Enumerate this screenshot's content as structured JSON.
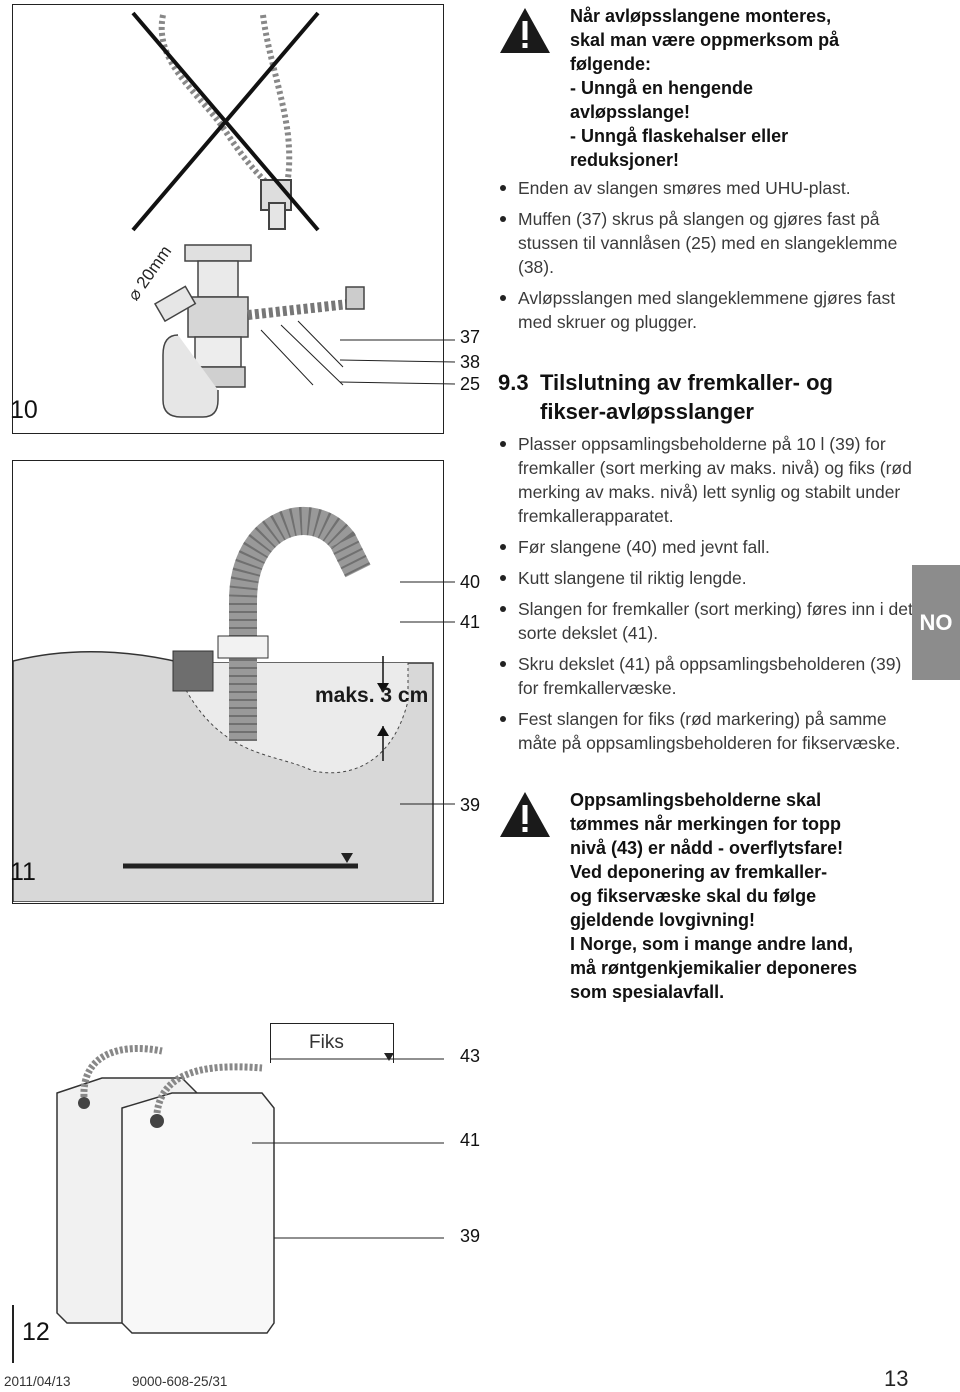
{
  "figures": {
    "fig10": {
      "number": "10",
      "diameter_label": "⌀ 20mm",
      "callouts": [
        "37",
        "38",
        "25"
      ]
    },
    "fig11": {
      "number": "11",
      "level_label": "maks. 3 cm",
      "callouts": [
        "40",
        "41",
        "39"
      ]
    },
    "fig12": {
      "number": "12",
      "fiks_label": "Fiks",
      "callouts": [
        "43",
        "41",
        "39"
      ]
    }
  },
  "warning1": {
    "icon": "warning-triangle-icon",
    "lines": [
      "Når avløpsslangene monteres,",
      "skal man være oppmerksom på",
      "følgende:",
      "- Unngå en hengende",
      "avløpsslange!",
      "- Unngå flaskehalser eller",
      "reduksjoner!"
    ]
  },
  "bullets1": [
    "Enden av slangen smøres med UHU-plast.",
    "Muffen (37) skrus på slangen og gjøres fast på stussen til vannlåsen (25) med en slangeklemme (38).",
    "Avløpsslangen med slangeklemmene gjøres fast med skruer og plugger."
  ],
  "section": {
    "number": "9.3",
    "title_line1": "Tilslutning av fremkaller- og",
    "title_line2": "fikser-avløpsslanger"
  },
  "bullets2": [
    "Plasser oppsamlingsbeholderne på 10 l (39) for fremkaller (sort merking av maks. nivå) og fiks (rød merking av maks. nivå) lett synlig og stabilt under fremkallerapparatet.",
    "Før slangene (40) med jevnt fall.",
    "Kutt slangene til riktig lengde.",
    "Slangen for fremkaller (sort merking) føres inn i det sorte dekslet (41).",
    "Skru dekslet (41) på oppsamlingsbeholderen (39) for fremkallervæske.",
    "Fest slangen for fiks (rød markering) på samme måte på oppsamlingsbeholderen for fikservæske."
  ],
  "warning2": {
    "icon": "warning-triangle-icon",
    "lines": [
      "Oppsamlingsbeholderne skal",
      "tømmes når merkingen for topp",
      "nivå (43) er nådd - overflytsfare!",
      "Ved deponering av fremkaller-",
      "og fikservæske skal du følge",
      "gjeldende lovgivning!",
      "I Norge, som i mange andre land,",
      "må røntgenkjemikalier deponeres",
      "som spesialavfall."
    ]
  },
  "lang_tab": "NO",
  "footer": {
    "date": "2011/04/13",
    "doc_id": "9000-608-25/31",
    "page": "13"
  },
  "colors": {
    "tab_bg": "#8c8c8c",
    "warning_fill": "#1a1a1a",
    "illustration_gray": "#cfcfcf"
  }
}
